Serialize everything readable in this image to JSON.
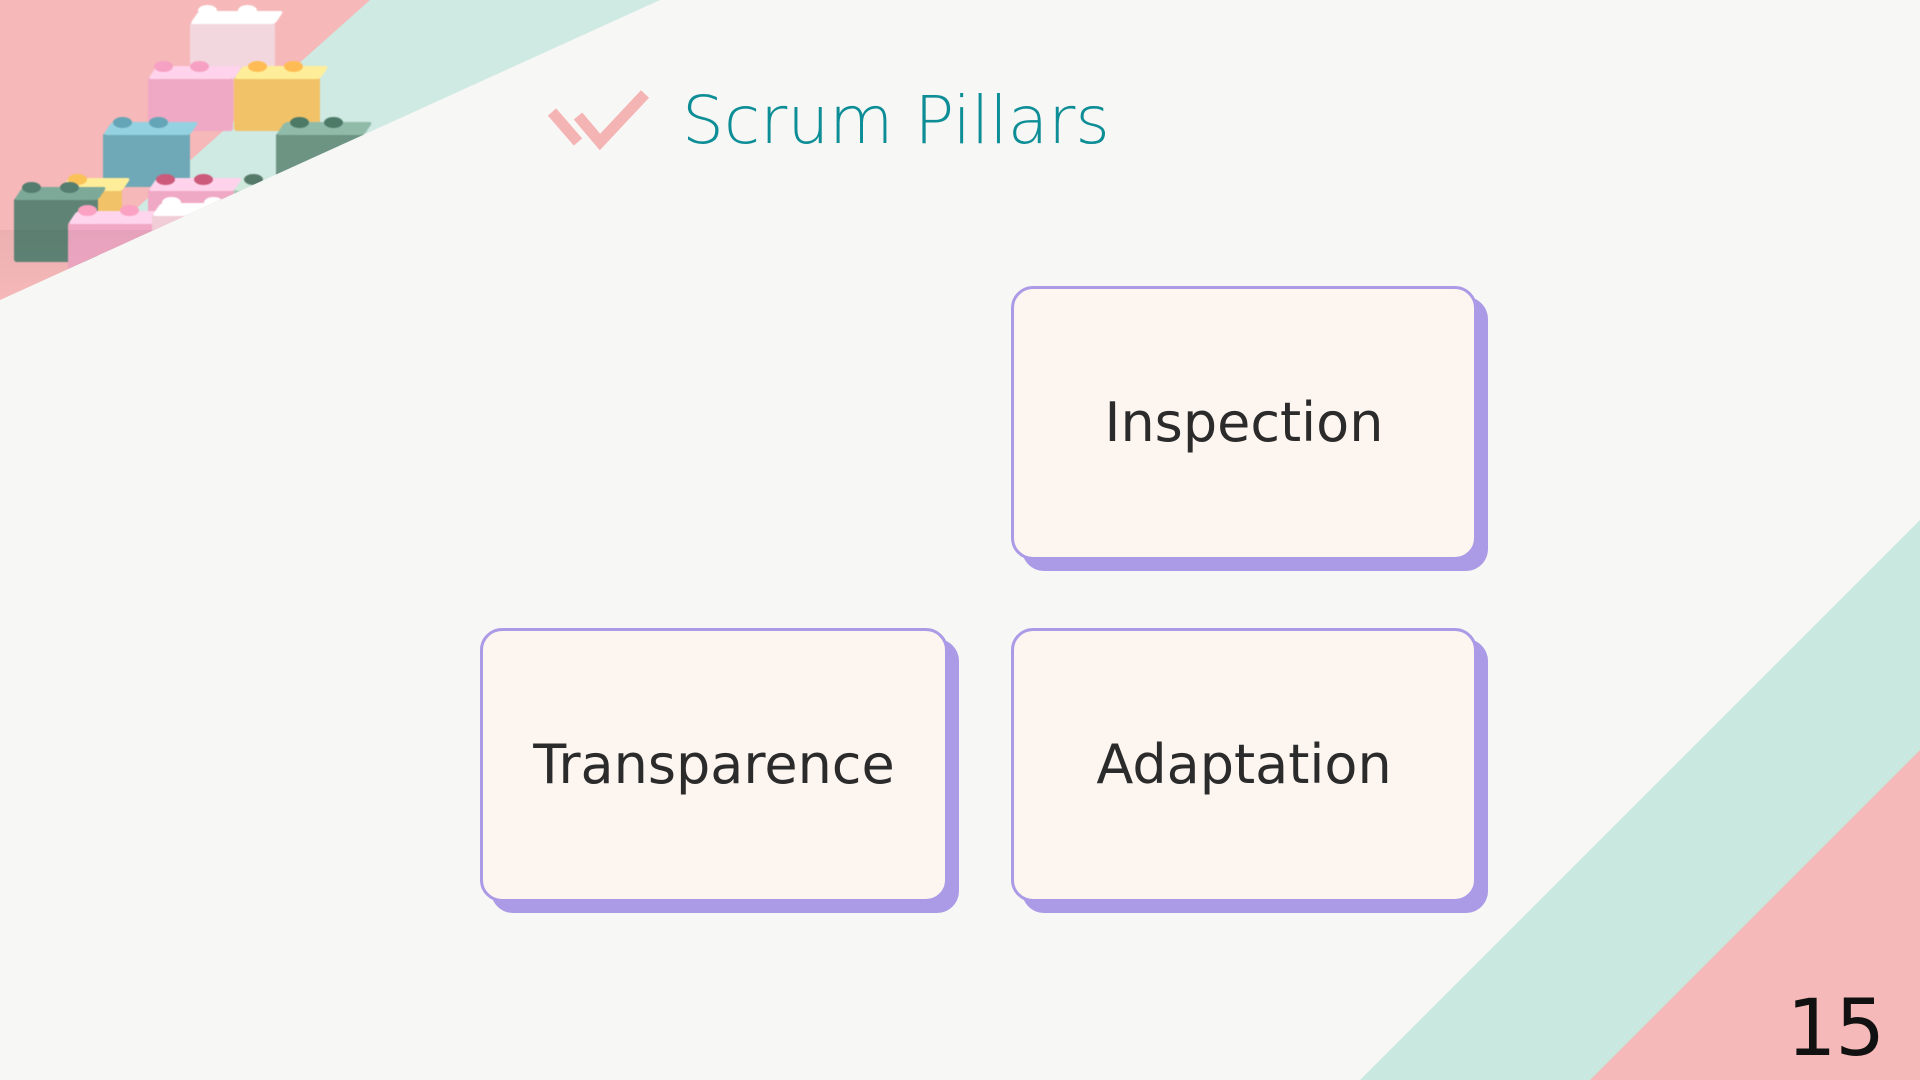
{
  "slide": {
    "title": "Scrum Pillars",
    "page_number": "15",
    "title_color": "#0d8e96",
    "background_color": "#f7f7f5",
    "accent_pink": "#f6b8b8",
    "accent_mint": "#c9e8e0",
    "card_border_color": "#ab9ae6",
    "card_fill_color": "#fdf5f0",
    "card_text_color": "#2b2b2b"
  },
  "header": {
    "icon": "double-check-icon",
    "icon_color": "#f5b4b4"
  },
  "cards": [
    {
      "id": "inspection",
      "label": "Inspection"
    },
    {
      "id": "transparence",
      "label": "Transparence"
    },
    {
      "id": "adaptation",
      "label": "Adaptation"
    }
  ],
  "decor": {
    "photo": "lego-bricks-photo",
    "photo_background_pink": "#f6b8b8",
    "photo_background_mint": "#cfe9e3",
    "brick_colors": {
      "light_pink": "#f2d7de",
      "pink": "#f0a8c3",
      "pink_soft": "#eeb3ce",
      "yellow": "#f2c269",
      "teal_blue": "#6fa9b8",
      "green_dark": "#5f8476",
      "green_sage": "#a8c2b2",
      "green_deep": "#4f7a6a"
    }
  }
}
